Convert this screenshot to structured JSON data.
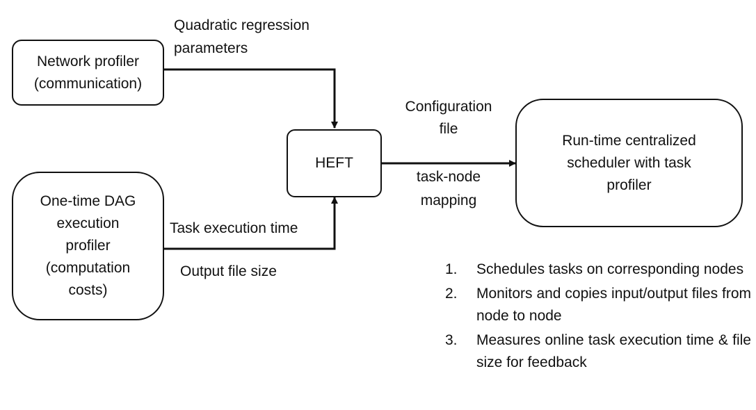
{
  "nodes": {
    "network_profiler": [
      "Network profiler",
      "(communication)"
    ],
    "dag_profiler": [
      "One-time DAG",
      "execution",
      "profiler",
      "(computation",
      "costs)"
    ],
    "heft": [
      "HEFT"
    ],
    "scheduler": [
      "Run-time centralized",
      "scheduler with task",
      "profiler"
    ]
  },
  "edge_labels": {
    "regression": [
      "Quadratic regression",
      "parameters"
    ],
    "task_exec_time": "Task execution time",
    "output_file_size": "Output file size",
    "config_file": [
      "Configuration",
      "file"
    ],
    "mapping": [
      "task-node",
      "mapping"
    ]
  },
  "scheduler_steps": [
    {
      "num": "1.",
      "text": "Schedules tasks on corresponding nodes"
    },
    {
      "num": "2.",
      "text": "Monitors and copies input/output files from node to node"
    },
    {
      "num": "3.",
      "text": "Measures online task execution time & file size for feedback"
    }
  ],
  "colors": {
    "stroke": "#111111",
    "background": "#ffffff"
  }
}
